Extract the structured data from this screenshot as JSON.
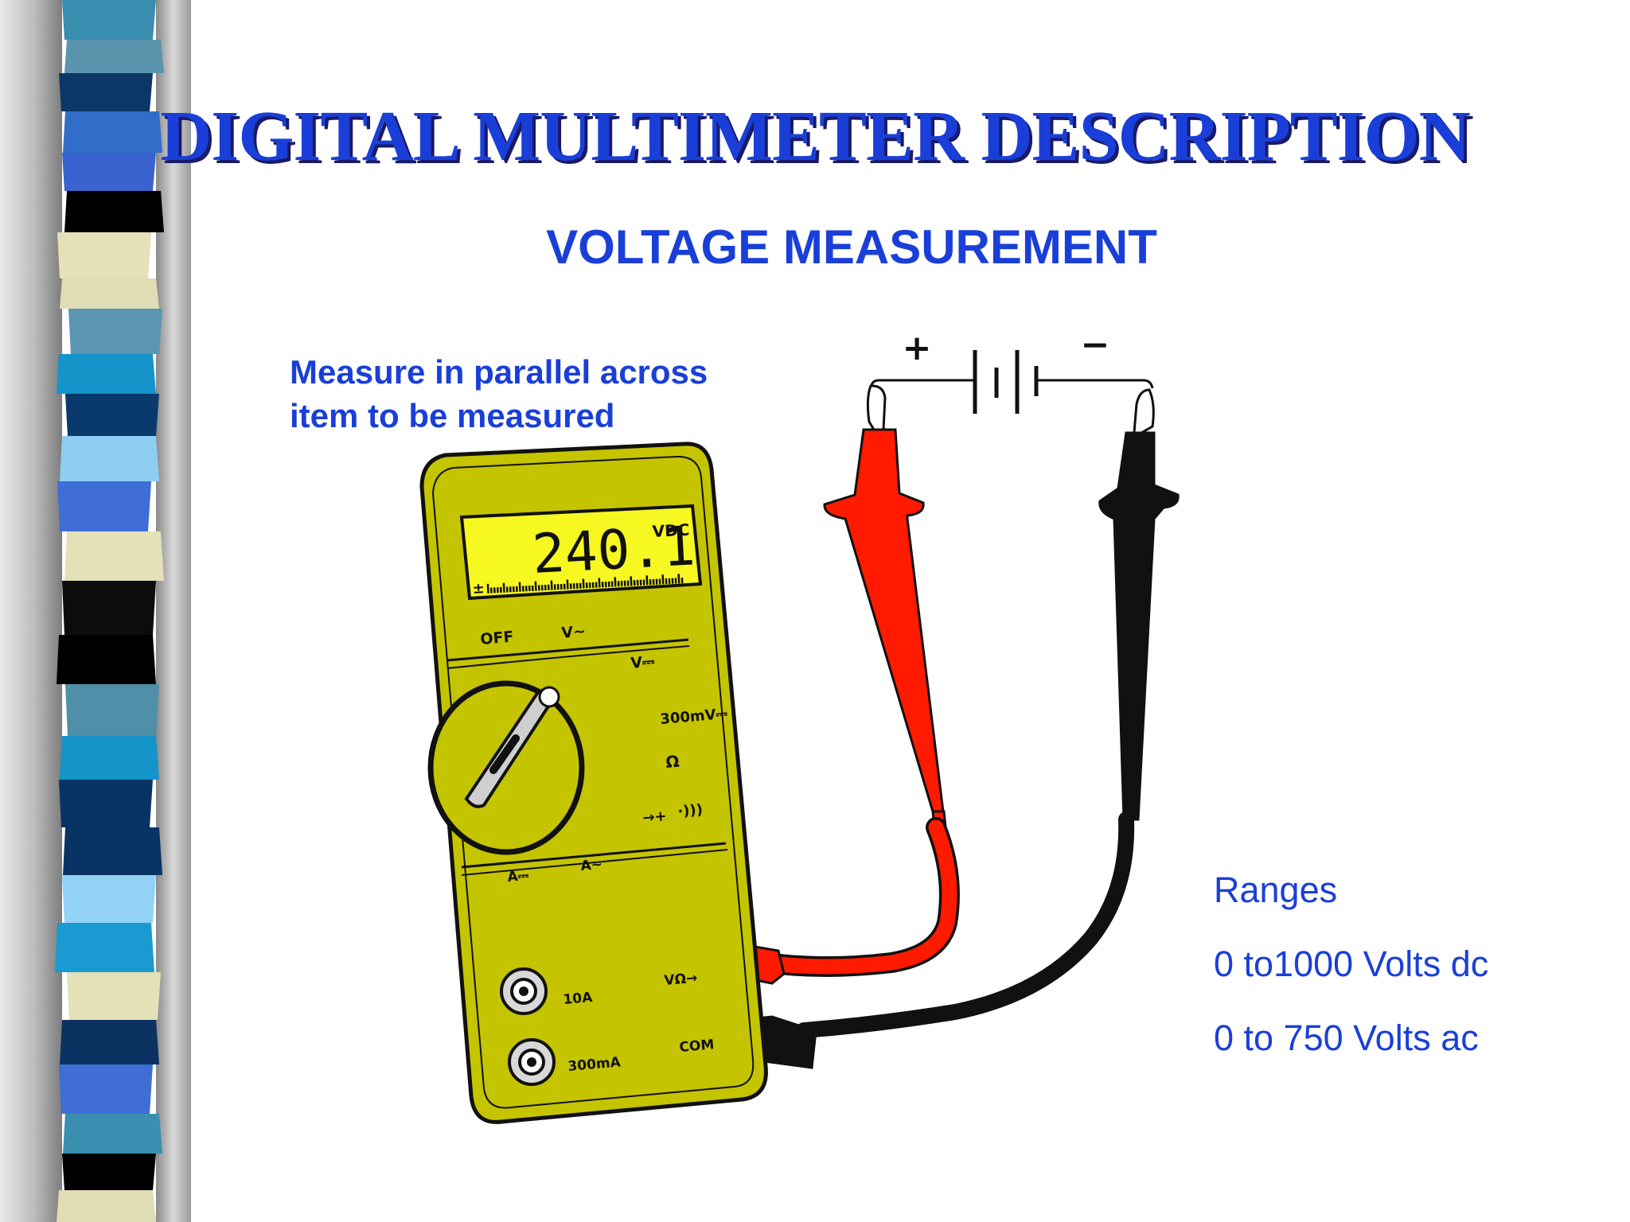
{
  "slide": {
    "title": "DIGITAL MULTIMETER DESCRIPTION",
    "subtitle": "VOLTAGE MEASUREMENT",
    "instruction": [
      "Measure in parallel across",
      "item to be measured"
    ],
    "ranges": {
      "heading": "Ranges",
      "lines": [
        "0 to1000 Volts dc",
        "0 to 750 Volts ac"
      ]
    }
  },
  "meter": {
    "display_value": "240.1",
    "display_unit": "VDC",
    "bargraph_sign": "±",
    "dial_labels": {
      "off": "OFF",
      "v_ac": "V~",
      "v_dc": "V⎓",
      "mv_dc": "300mV⎓",
      "ohm": "Ω",
      "diode": "→+",
      "continuity": "·)))",
      "a_dc": "A⎓",
      "a_ac": "A~"
    },
    "jacks": {
      "ten_amp": "10A",
      "three_hundred_ma": "300mA",
      "v_ohm": "VΩ→",
      "com": "COM"
    }
  },
  "battery": {
    "positive": "+",
    "negative": "−"
  },
  "colors": {
    "text_blue": "#1a3fd8",
    "meter_body": "#c5c400",
    "lcd": "#f7f721",
    "red_probe": "#ff1a00",
    "black_probe": "#111111"
  }
}
